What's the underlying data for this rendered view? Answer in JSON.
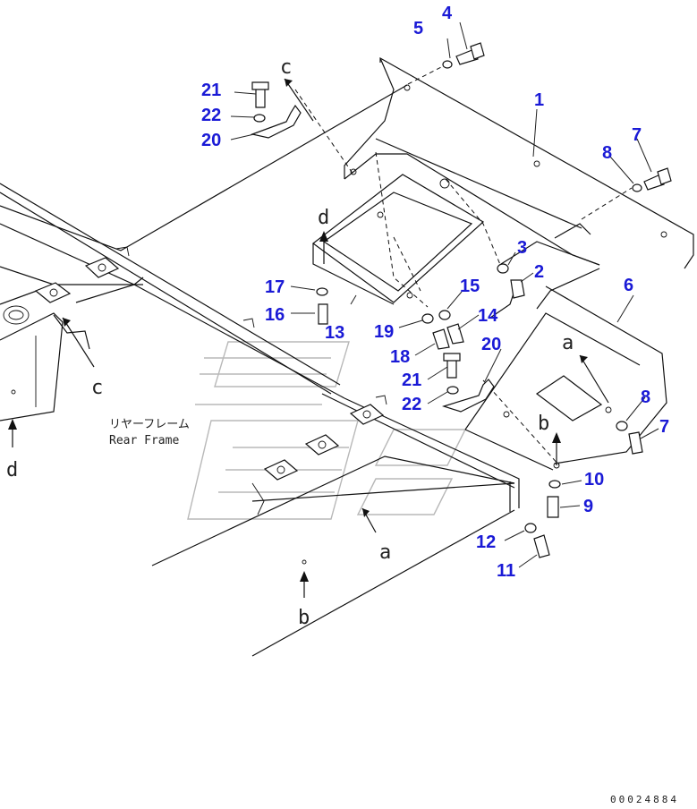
{
  "diagram": {
    "callouts": [
      {
        "id": "c1",
        "text": "1"
      },
      {
        "id": "c2",
        "text": "2"
      },
      {
        "id": "c3",
        "text": "3"
      },
      {
        "id": "c4",
        "text": "4"
      },
      {
        "id": "c5",
        "text": "5"
      },
      {
        "id": "c6",
        "text": "6"
      },
      {
        "id": "c7a",
        "text": "7"
      },
      {
        "id": "c7b",
        "text": "7"
      },
      {
        "id": "c8a",
        "text": "8"
      },
      {
        "id": "c8b",
        "text": "8"
      },
      {
        "id": "c9",
        "text": "9"
      },
      {
        "id": "c10",
        "text": "10"
      },
      {
        "id": "c11",
        "text": "11"
      },
      {
        "id": "c12",
        "text": "12"
      },
      {
        "id": "c13",
        "text": "13"
      },
      {
        "id": "c14",
        "text": "14"
      },
      {
        "id": "c15",
        "text": "15"
      },
      {
        "id": "c16",
        "text": "16"
      },
      {
        "id": "c17",
        "text": "17"
      },
      {
        "id": "c18",
        "text": "18"
      },
      {
        "id": "c19",
        "text": "19"
      },
      {
        "id": "c20a",
        "text": "20"
      },
      {
        "id": "c20b",
        "text": "20"
      },
      {
        "id": "c21a",
        "text": "21"
      },
      {
        "id": "c21b",
        "text": "21"
      },
      {
        "id": "c22a",
        "text": "22"
      },
      {
        "id": "c22b",
        "text": "22"
      }
    ],
    "view_refs": [
      {
        "id": "ra1",
        "text": "a"
      },
      {
        "id": "ra2",
        "text": "a"
      },
      {
        "id": "rb1",
        "text": "b"
      },
      {
        "id": "rb2",
        "text": "b"
      },
      {
        "id": "rc1",
        "text": "c"
      },
      {
        "id": "rc2",
        "text": "c"
      },
      {
        "id": "rd1",
        "text": "d"
      },
      {
        "id": "rd2",
        "text": "d"
      }
    ],
    "frame_label_jp": "リヤーフレーム",
    "frame_label_en": "Rear Frame",
    "drawing_code": "00024884"
  }
}
